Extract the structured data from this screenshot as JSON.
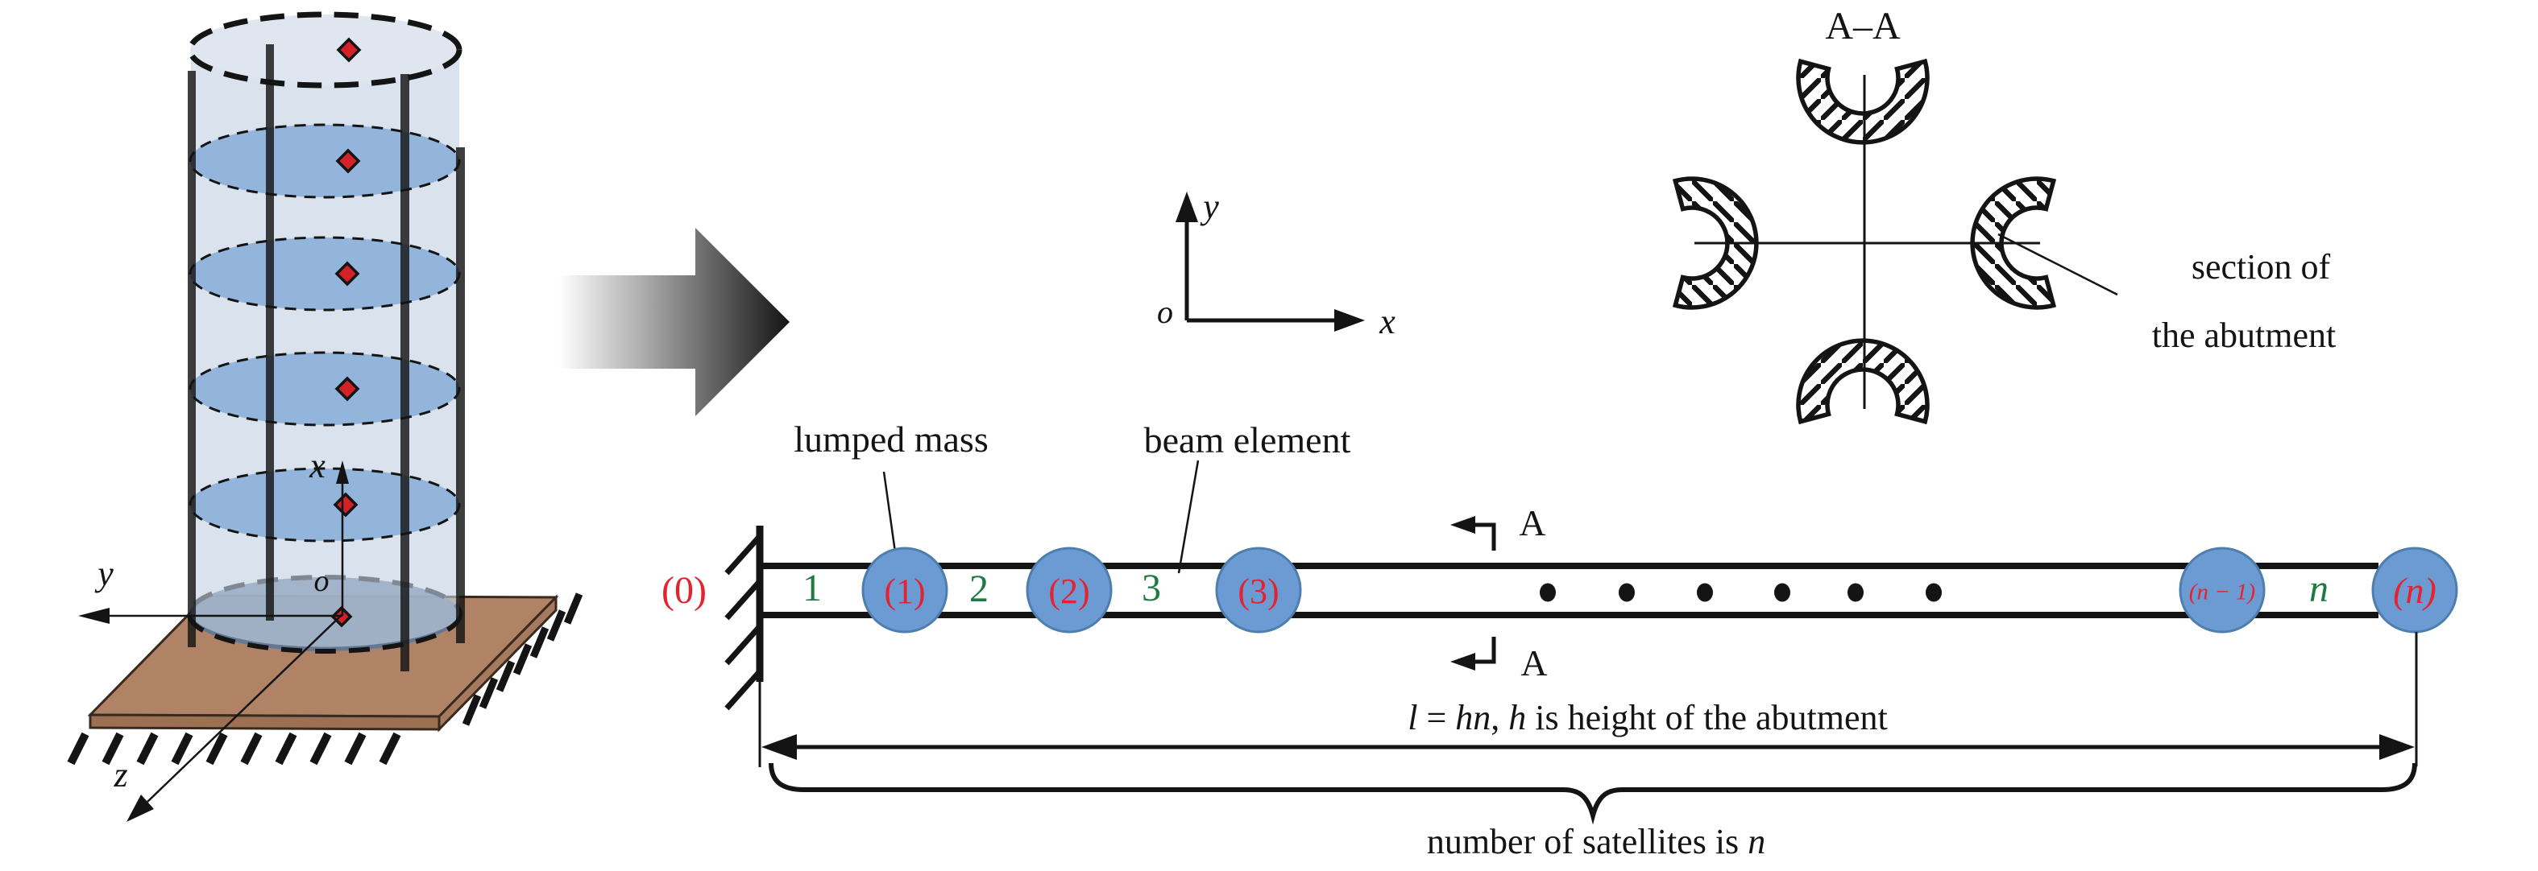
{
  "colors": {
    "mass_fill": "#6b9bd2",
    "mass_stroke": "#4e7eae",
    "node_label_red": "#e32330",
    "element_label_green": "#1e7a40",
    "plate_brown": "#b08366",
    "disc_blue": "#7fa8d6",
    "cylinder_body": "#c3d2e2",
    "diamond_red": "#d42027",
    "ink": "#141414"
  },
  "tower": {
    "axis_x": "x",
    "axis_y": "y",
    "axis_z": "z",
    "origin": "o"
  },
  "model_axes": {
    "axis_x": "x",
    "axis_y": "y",
    "origin": "o"
  },
  "beam": {
    "fixed_node": "(0)",
    "element_1": "1",
    "element_2": "2",
    "element_3": "3",
    "element_n": "n",
    "mass_1": "(1)",
    "mass_2": "(2)",
    "mass_3": "(3)",
    "mass_n_minus_1": "(n − 1)",
    "mass_n": "(n)",
    "ellipsis_dots": 6,
    "caption_lumped_mass": "lumped mass",
    "caption_beam_element": "beam element",
    "section_letter_top": "A",
    "section_letter_bottom": "A"
  },
  "section_view": {
    "title": "A–A",
    "caption_line1": "section of",
    "caption_line2": "the abutment"
  },
  "dimension": {
    "p_l": "l",
    "p_eq": " = ",
    "p_hn": "hn",
    "p_comma": ", ",
    "p_h": "h",
    "p_rest": " is height of the abutment"
  },
  "brace": {
    "text": "number of satellites is ",
    "n": "n"
  }
}
